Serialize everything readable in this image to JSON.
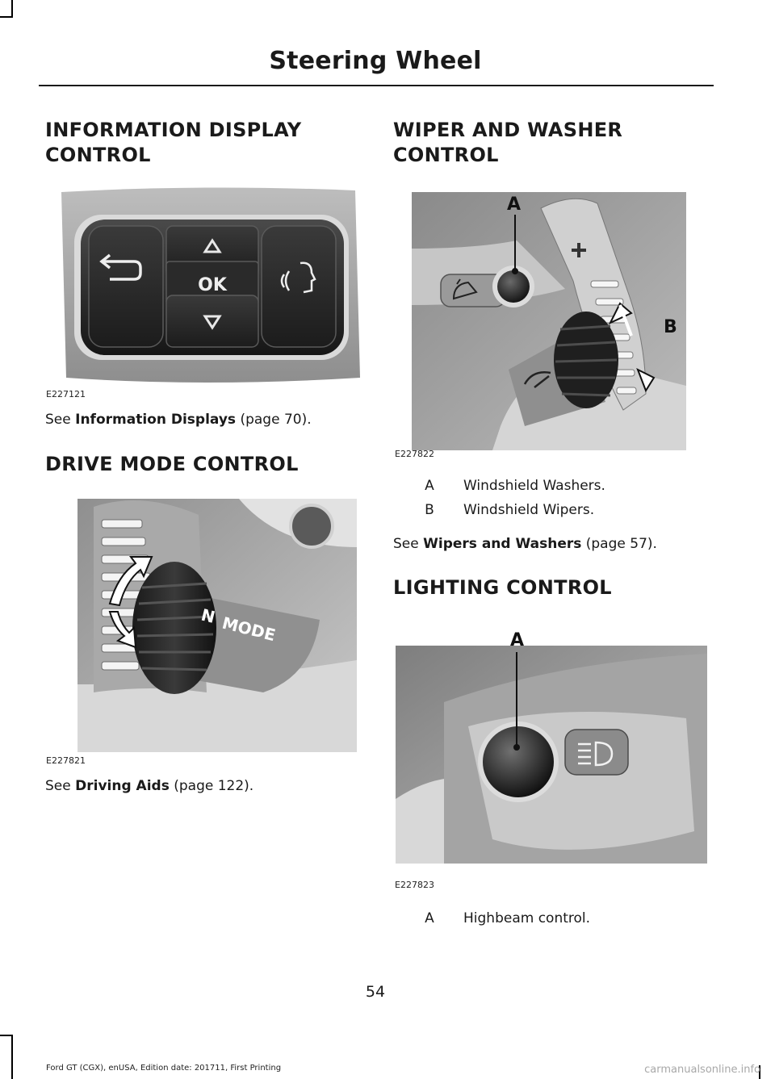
{
  "header": {
    "title": "Steering Wheel"
  },
  "sections": {
    "info_display": {
      "heading_line1": "INFORMATION DISPLAY",
      "heading_line2": "CONTROL",
      "figure_code": "E227121",
      "button_ok": "OK",
      "see_prefix": "See ",
      "see_link": "Information Displays",
      "see_suffix": " (page 70)."
    },
    "drive_mode": {
      "heading": "DRIVE MODE CONTROL",
      "figure_code": "E227821",
      "knob_letter": "N",
      "knob_label": "MODE",
      "see_prefix": "See ",
      "see_link": "Driving Aids",
      "see_suffix": " (page 122)."
    },
    "wiper": {
      "heading_line1": "WIPER AND WASHER",
      "heading_line2": "CONTROL",
      "figure_code": "E227822",
      "callout_a": "A",
      "callout_b": "B",
      "legend": [
        {
          "key": "A",
          "value": "Windshield Washers."
        },
        {
          "key": "B",
          "value": "Windshield Wipers."
        }
      ],
      "see_prefix": "See ",
      "see_link": "Wipers and Washers",
      "see_suffix": " (page 57)."
    },
    "lighting": {
      "heading": "LIGHTING CONTROL",
      "figure_code": "E227823",
      "callout_a": "A",
      "legend": [
        {
          "key": "A",
          "value": "Highbeam control."
        }
      ]
    }
  },
  "footer": {
    "page_number": "54",
    "edition": "Ford GT (CGX), enUSA, Edition date: 201711, First Printing",
    "watermark": "carmanualsonline.info"
  }
}
